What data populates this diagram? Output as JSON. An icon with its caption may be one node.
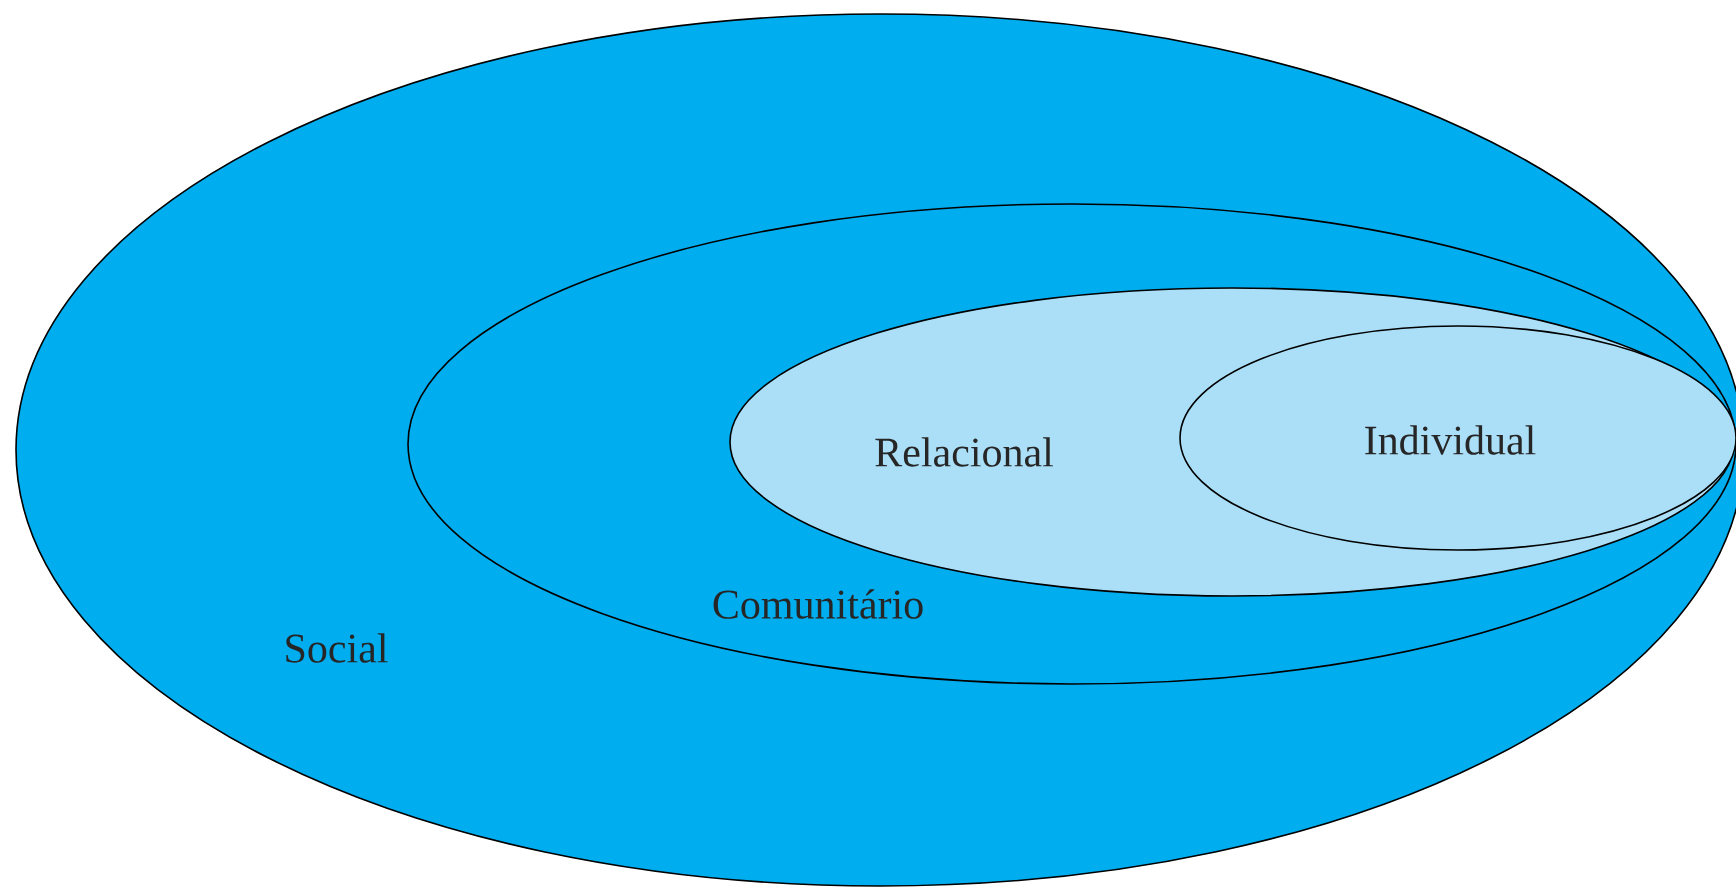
{
  "diagram": {
    "nodes": [
      {
        "text": [
          "Social"
        ]
      },
      {
        "text": [
          "Comunitário"
        ],
        "in": 0
      },
      {
        "text": [
          "Relacional"
        ],
        "in": 1
      },
      {
        "text": [
          "Individual"
        ],
        "in": 2
      }
    ]
  }
}
